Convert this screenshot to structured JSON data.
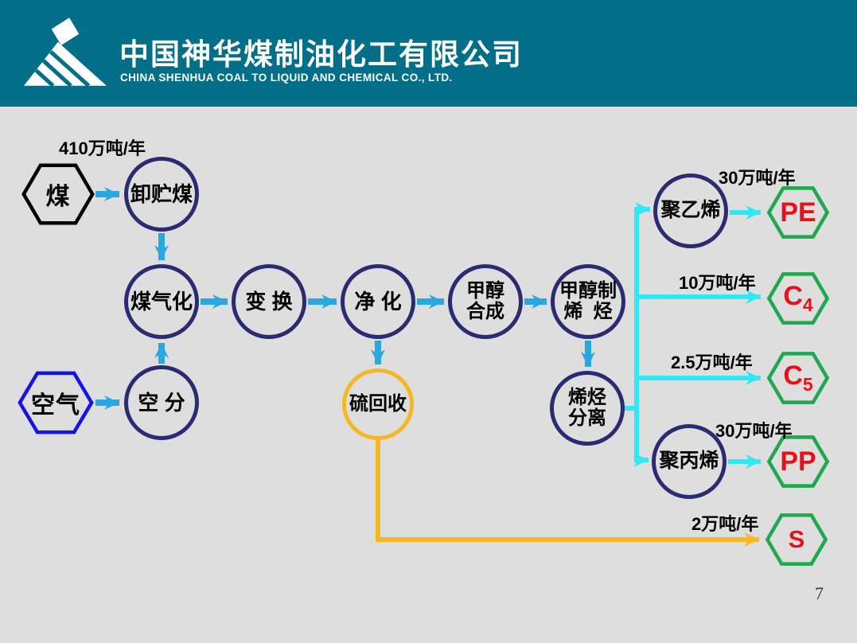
{
  "header": {
    "company_name_zh": "中国神华煤制油化工有限公司",
    "company_name_en": "CHINA SHENHUA COAL TO LIQUID AND CHEMICAL CO., LTD."
  },
  "page_number": "7",
  "colors": {
    "header_teal": "#036E88",
    "slide_bg": "#DEDEDE",
    "process_ring": "#2B2B72",
    "flow_arrow_blue": "#29A8E0",
    "product_line_cyan": "#30E8F5",
    "sulfur_line_yellow": "#F5B822",
    "product_hex_green": "#1FA84D",
    "product_text_red": "#E8111A",
    "air_hex_blue": "#1414E6",
    "coal_hex_black": "#000000"
  },
  "nodes": {
    "coal": {
      "label": "煤",
      "capacity": "410万吨/年"
    },
    "air": {
      "label": "空气"
    },
    "coal_unloading": {
      "label": "卸贮煤"
    },
    "coal_gasification": {
      "label": "煤气化"
    },
    "air_separation": {
      "label": "空 分"
    },
    "shift": {
      "label": "变 换"
    },
    "purification": {
      "label": "净 化"
    },
    "methanol_synthesis": {
      "line1": "甲醇",
      "line2": "合成"
    },
    "methanol_to_olefins": {
      "line1": "甲醇制",
      "line2": "烯  烃"
    },
    "sulfur_recovery": {
      "label": "硫回收"
    },
    "olefin_separation": {
      "line1": "烯烃",
      "line2": "分离"
    },
    "polyethylene": {
      "label": "聚乙烯"
    },
    "polypropylene": {
      "label": "聚丙烯"
    }
  },
  "products": {
    "pe": {
      "label": "PE",
      "capacity": "30万吨/年"
    },
    "c4": {
      "base": "C",
      "sub": "4",
      "capacity": "10万吨/年"
    },
    "c5": {
      "base": "C",
      "sub": "5",
      "capacity": "2.5万吨/年"
    },
    "pp": {
      "label": "PP",
      "capacity": "30万吨/年"
    },
    "s": {
      "label": "S",
      "capacity": "2万吨/年"
    }
  }
}
